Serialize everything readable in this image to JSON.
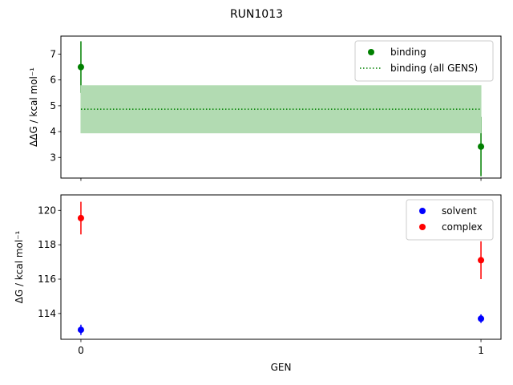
{
  "figure_title": "RUN1013",
  "x_axis": {
    "label": "GEN",
    "ticks": [
      "0",
      "1"
    ]
  },
  "colors": {
    "binding": "#008000",
    "band_fill": "#b2dbb2",
    "solvent": "#0000ff",
    "complex": "#ff0000"
  },
  "chart_data": [
    {
      "type": "scatter",
      "panel": "top",
      "ylabel": "ΔΔG / kcal mol⁻¹",
      "ylim": [
        2.2,
        7.7
      ],
      "yticks": [
        3,
        4,
        5,
        6,
        7
      ],
      "xlim": [
        -0.05,
        1.05
      ],
      "series": [
        {
          "name": "binding",
          "kind": "errorbar-points",
          "x": [
            0,
            1
          ],
          "y": [
            6.5,
            3.42
          ],
          "yerr": [
            1.0,
            1.15
          ]
        },
        {
          "name": "binding (all GENS)",
          "kind": "dotted-line-with-band",
          "x_range": [
            0,
            1
          ],
          "y": 4.87,
          "band": [
            3.95,
            5.78
          ]
        }
      ],
      "legend": {
        "position": "top-right",
        "entries": [
          "binding",
          "binding (all GENS)"
        ]
      }
    },
    {
      "type": "scatter",
      "panel": "bottom",
      "ylabel": "ΔG / kcal mol⁻¹",
      "ylim": [
        112.5,
        120.9
      ],
      "yticks": [
        114,
        116,
        118,
        120
      ],
      "xlim": [
        -0.05,
        1.05
      ],
      "series": [
        {
          "name": "solvent",
          "kind": "errorbar-points",
          "x": [
            0,
            1
          ],
          "y": [
            113.05,
            113.7
          ],
          "yerr": [
            0.3,
            0.25
          ]
        },
        {
          "name": "complex",
          "kind": "errorbar-points",
          "x": [
            0,
            1
          ],
          "y": [
            119.55,
            117.1
          ],
          "yerr": [
            0.95,
            1.1
          ]
        }
      ],
      "legend": {
        "position": "top-right",
        "entries": [
          "solvent",
          "complex"
        ]
      }
    }
  ]
}
